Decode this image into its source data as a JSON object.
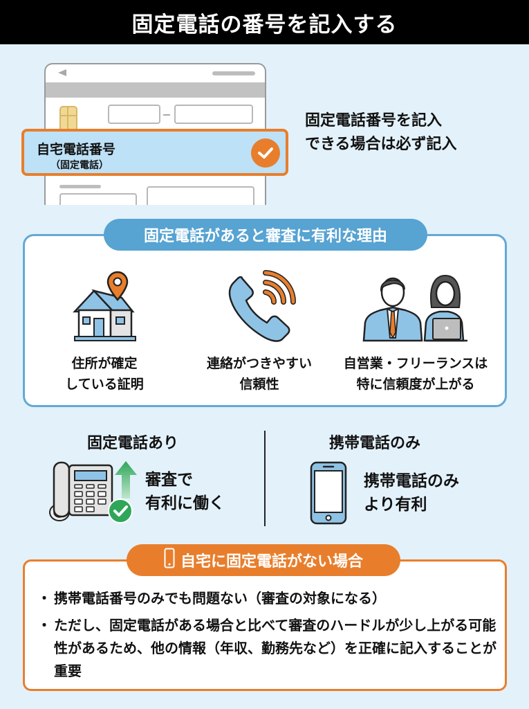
{
  "header": {
    "title": "固定電話の番号を記入する"
  },
  "form_mockup": {
    "highlight": {
      "label": "自宅電話番号",
      "sublabel": "（固定電話）",
      "icon": "check-circle-icon"
    },
    "side_note": {
      "line1": "固定電話番号を記入",
      "line2": "できる場合は必ず記入"
    }
  },
  "reasons": {
    "title": "固定電話があると審査に有利な理由",
    "items": [
      {
        "icon": "house-location-icon",
        "line1": "住所が確定",
        "line2": "している証明"
      },
      {
        "icon": "phone-ringing-icon",
        "line1": "連絡がつきやすい",
        "line2": "信頼性"
      },
      {
        "icon": "business-people-icon",
        "line1": "自営業・フリーランスは",
        "line2": "特に信頼度が上がる"
      }
    ]
  },
  "comparison": {
    "landline": {
      "title": "固定電話あり",
      "line1": "審査で",
      "line2": "有利に働く",
      "icon": "desk-phone-icon"
    },
    "mobile": {
      "title": "携帯電話のみ",
      "line1": "携帯電話のみ",
      "line2": "より有利",
      "icon": "smartphone-icon"
    }
  },
  "no_landline": {
    "title": "自宅に固定電話がない場合",
    "bullets": [
      "携帯電話番号のみでも問題ない（審査の対象になる）",
      "ただし、固定電話がある場合と比べて審査のハードルが少し上がる可能性があるため、他の情報（年収、勤務先など）を正確に記入することが重要"
    ]
  },
  "colors": {
    "accent_orange": "#e87e2c",
    "accent_blue": "#57a3d2",
    "background": "#e3f1fa",
    "green": "#2fa65a"
  }
}
